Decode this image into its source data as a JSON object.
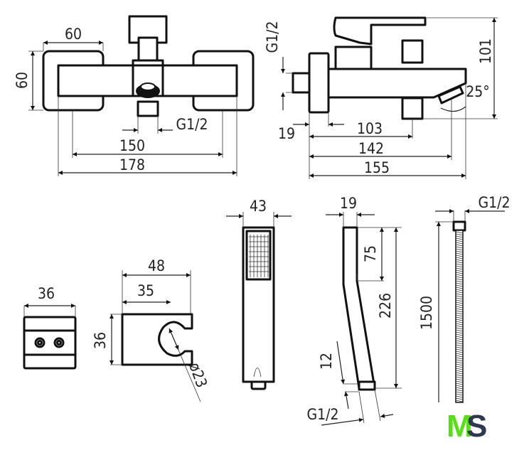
{
  "front_view": {
    "width_plate": "60",
    "height_plate": "60",
    "thread": "G1/2",
    "axis_distance": "150",
    "overall_width": "178"
  },
  "side_view": {
    "thread": "G1/2",
    "plate_depth": "19",
    "depth_to_outlet": "103",
    "depth_to_spout": "142",
    "overall_depth": "155",
    "height": "101",
    "spout_angle": "25°"
  },
  "wall_block": {
    "width": "36"
  },
  "holder": {
    "width": "48",
    "inner_width": "35",
    "height": "36",
    "diameter": "ø23"
  },
  "hand_shower_front": {
    "width": "43"
  },
  "hand_shower_side": {
    "depth": "19",
    "head_length": "75",
    "length": "226",
    "thread_length": "12",
    "thread": "G1/2"
  },
  "hose": {
    "thread": "G1/2",
    "length": "1500"
  },
  "logo": {
    "text_m": "M",
    "text_s": "S",
    "color_m": "#55e014",
    "color_s": "#2b3a4e"
  }
}
